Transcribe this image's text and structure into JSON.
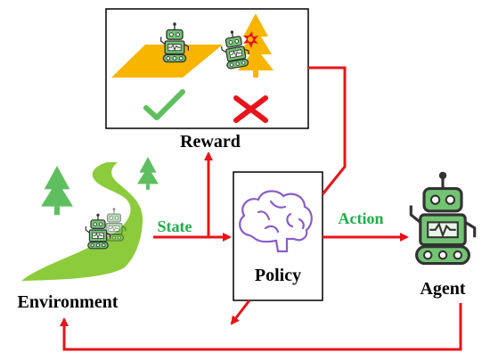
{
  "labels": {
    "reward": "Reward",
    "environment": "Environment",
    "policy": "Policy",
    "agent": "Agent",
    "state": "State",
    "action": "Action"
  },
  "colors": {
    "arrow": "#e8141a",
    "green_text": "#1fae4a",
    "box_stroke": "#000000",
    "robot_green": "#72c472",
    "platform_yellow": "#f7b500",
    "tree_green": "#5fbf5f",
    "path_green": "#8ccb3c",
    "policy_purple": "#8a5cc9"
  },
  "icons": {
    "reward": [
      "robot-icon",
      "checkmark-icon",
      "cross-icon",
      "tree-icon"
    ],
    "environment": [
      "robot-icon",
      "tree-icon",
      "path-icon"
    ],
    "policy": [
      "brain-icon"
    ],
    "agent": [
      "robot-icon"
    ]
  }
}
